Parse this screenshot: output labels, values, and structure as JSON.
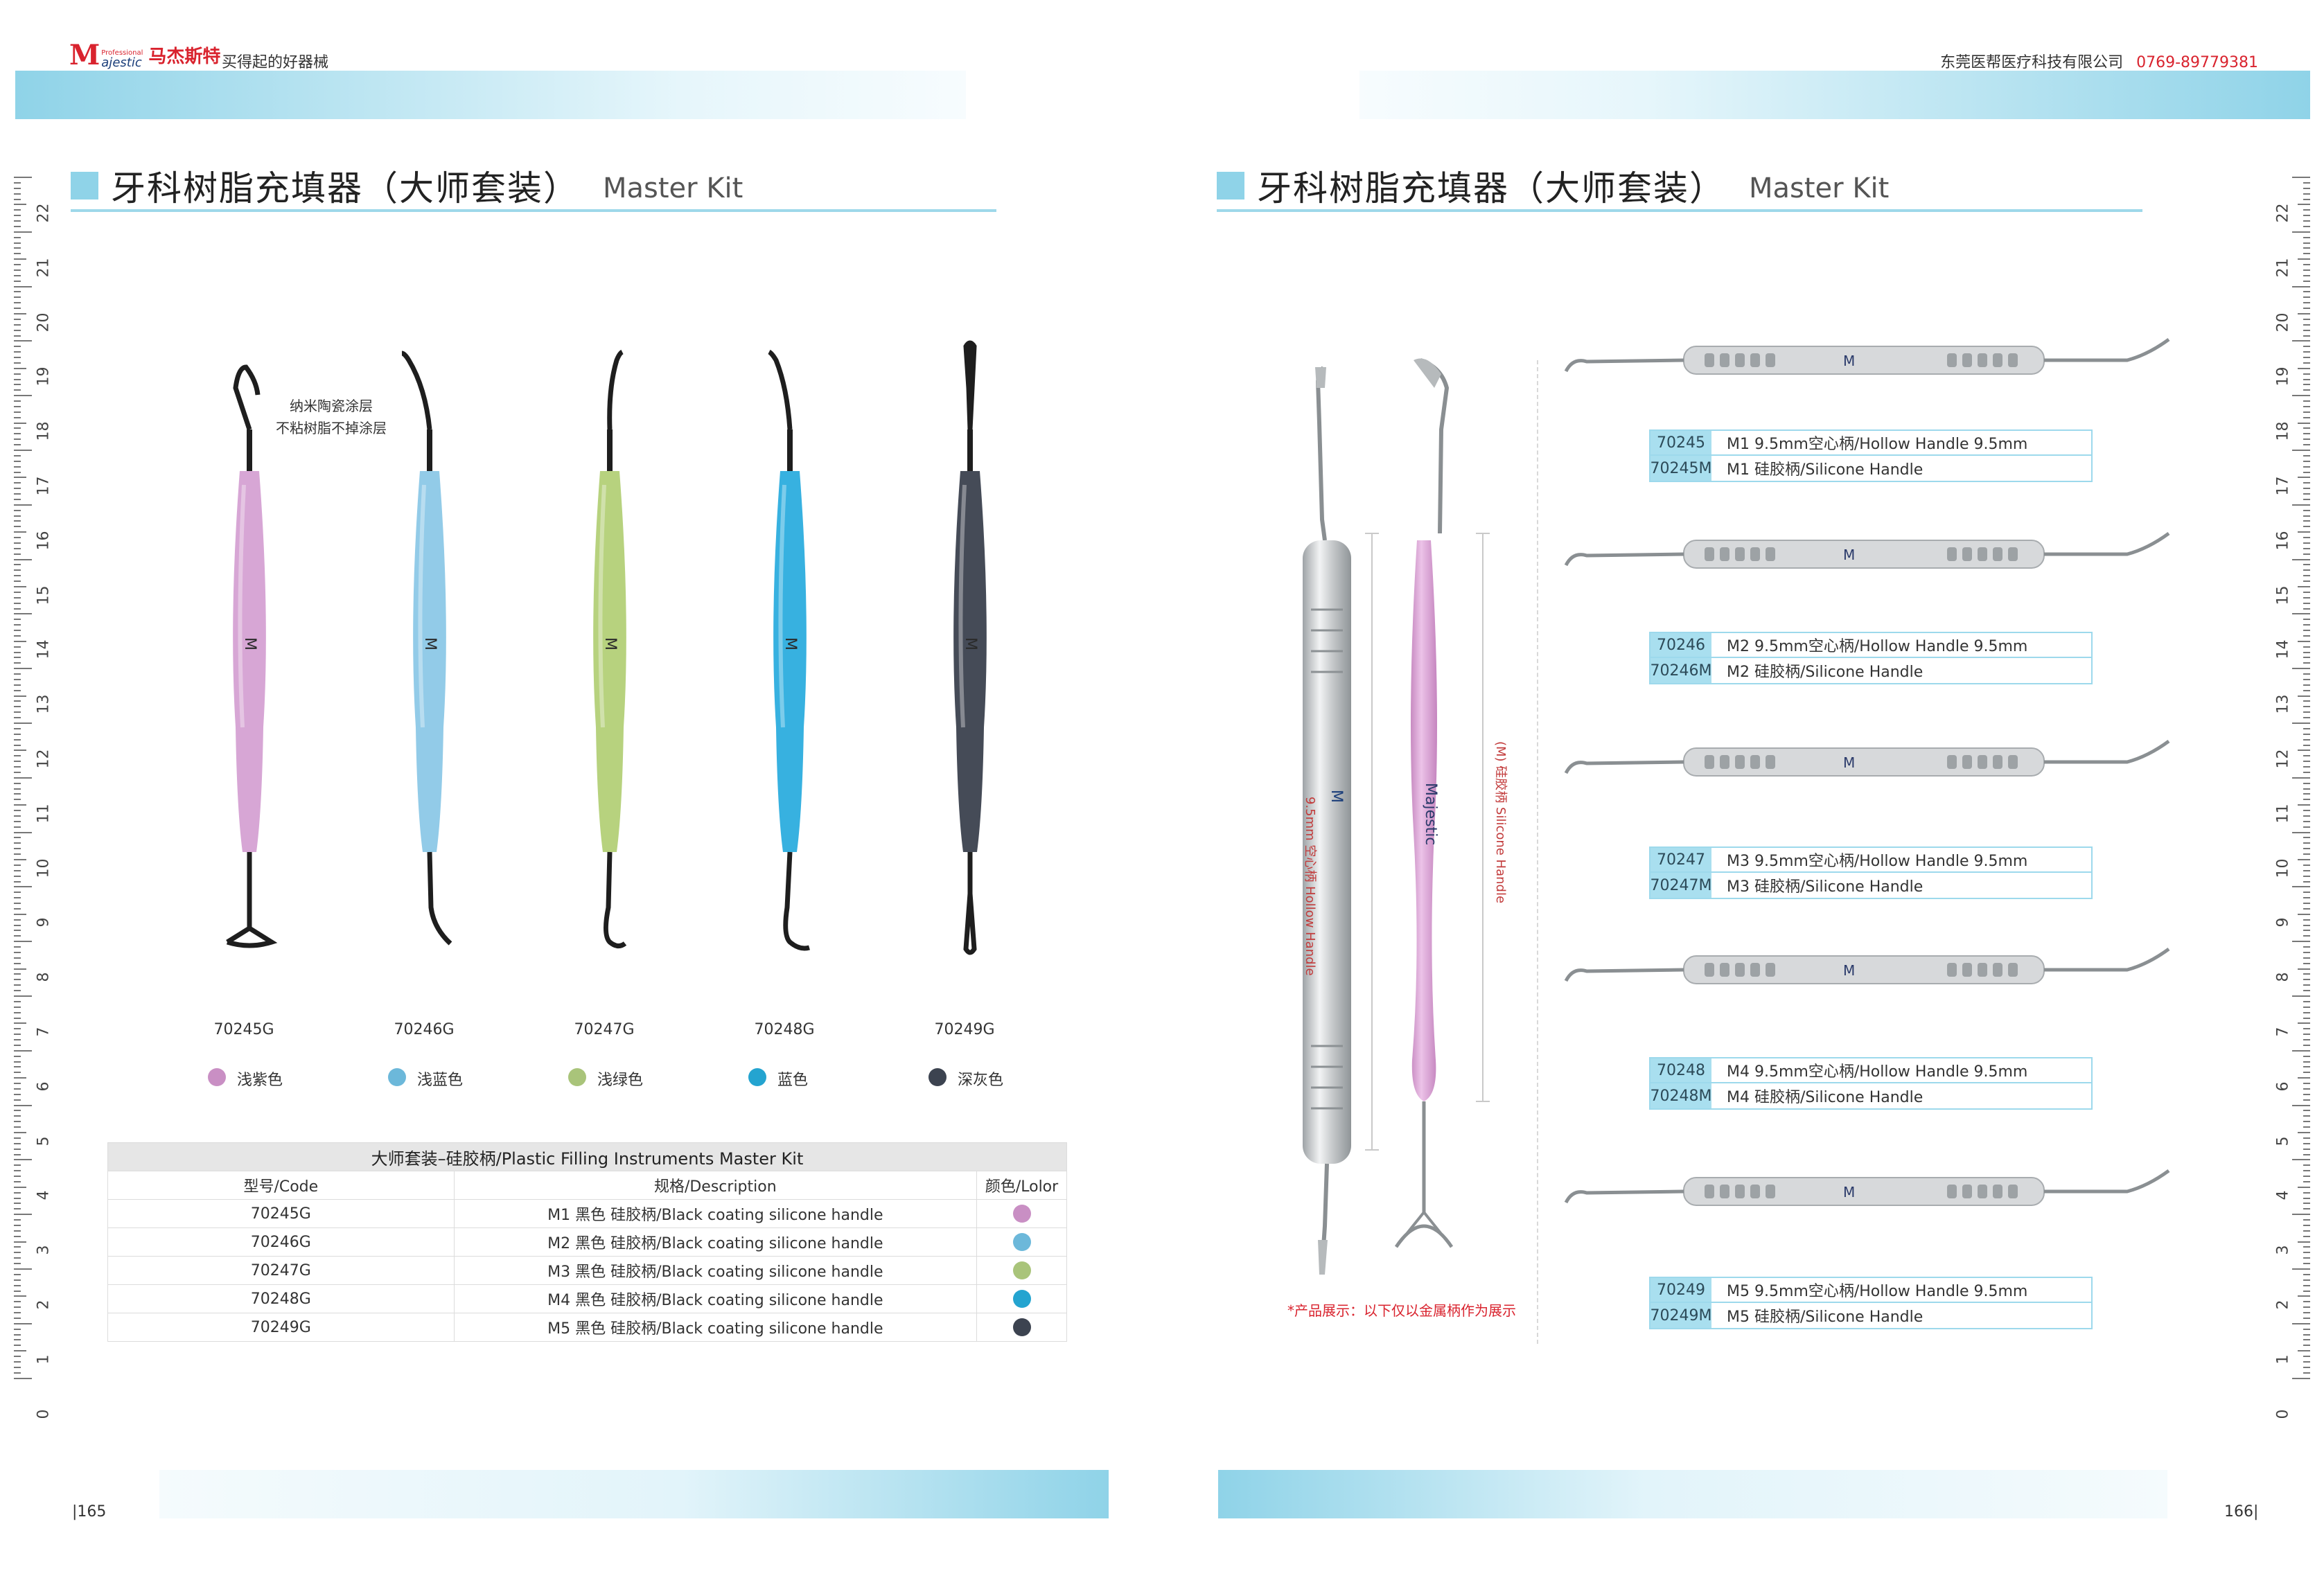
{
  "header": {
    "brand_small": "Professional",
    "brand_en": "ajestic",
    "brand_cn": "马杰斯特",
    "slogan": "买得起的好器械",
    "company": "东莞医帮医疗科技有限公司",
    "phone": "0769-89779381"
  },
  "left_page": {
    "title_cn": "牙科树脂充填器（大师套装）",
    "title_en": "Master Kit",
    "annotation_line1": "纳米陶瓷涂层",
    "annotation_line2": "不粘树脂不掉涂层",
    "instruments": [
      {
        "code": "70245G",
        "color_name": "浅紫色",
        "color": "#c98fc4",
        "handle": "#d7a6d5"
      },
      {
        "code": "70246G",
        "color_name": "浅蓝色",
        "color": "#6cb8da",
        "handle": "#92cbe8"
      },
      {
        "code": "70247G",
        "color_name": "浅绿色",
        "color": "#a9c47a",
        "handle": "#b7d27e"
      },
      {
        "code": "70248G",
        "color_name": "蓝色",
        "color": "#24a4d0",
        "handle": "#37b1e0"
      },
      {
        "code": "70249G",
        "color_name": "深灰色",
        "color": "#3c4350",
        "handle": "#454b57"
      }
    ],
    "table": {
      "title": "大师套装–硅胶柄/Plastic Filling Instruments Master Kit",
      "headers": [
        "型号/Code",
        "规格/Description",
        "颜色/Lolor"
      ],
      "rows": [
        {
          "code": "70245G",
          "desc": "M1 黑色 硅胶柄/Black coating silicone handle",
          "color": "#c98fc4"
        },
        {
          "code": "70246G",
          "desc": "M2 黑色 硅胶柄/Black coating silicone handle",
          "color": "#6cb8da"
        },
        {
          "code": "70247G",
          "desc": "M3 黑色 硅胶柄/Black coating silicone handle",
          "color": "#a9c47a"
        },
        {
          "code": "70248G",
          "desc": "M4 黑色 硅胶柄/Black coating silicone handle",
          "color": "#24a4d0"
        },
        {
          "code": "70249G",
          "desc": "M5 黑色 硅胶柄/Black coating silicone handle",
          "color": "#3c4350"
        }
      ]
    },
    "page_number": "165"
  },
  "right_page": {
    "title_cn": "牙科树脂充填器（大师套装）",
    "title_en": "Master Kit",
    "hollow_label": "9.5mm 空心柄 Hollow Handle",
    "silicone_label": "(M) 硅胶柄 Silicone Handle",
    "display_note_prefix": "*产品展示：",
    "display_note": "以下仅以金属柄作为展示",
    "products": [
      {
        "code_a": "70245",
        "desc_a": "M1 9.5mm空心柄/Hollow Handle 9.5mm",
        "code_b": "70245M",
        "desc_b": "M1 硅胶柄/Silicone Handle"
      },
      {
        "code_a": "70246",
        "desc_a": "M2 9.5mm空心柄/Hollow Handle 9.5mm",
        "code_b": "70246M",
        "desc_b": "M2 硅胶柄/Silicone Handle"
      },
      {
        "code_a": "70247",
        "desc_a": "M3 9.5mm空心柄/Hollow Handle 9.5mm",
        "code_b": "70247M",
        "desc_b": "M3 硅胶柄/Silicone Handle"
      },
      {
        "code_a": "70248",
        "desc_a": "M4 9.5mm空心柄/Hollow Handle 9.5mm",
        "code_b": "70248M",
        "desc_b": "M4 硅胶柄/Silicone Handle"
      },
      {
        "code_a": "70249",
        "desc_a": "M5 9.5mm空心柄/Hollow Handle 9.5mm",
        "code_b": "70249M",
        "desc_b": "M5 硅胶柄/Silicone Handle"
      }
    ],
    "page_number": "166"
  },
  "ruler": {
    "numbers": [
      "22",
      "21",
      "20",
      "19",
      "18",
      "17",
      "16",
      "15",
      "14",
      "13",
      "12",
      "11",
      "10",
      "9",
      "8",
      "7",
      "6",
      "5",
      "4",
      "3",
      "2",
      "1",
      "0"
    ]
  },
  "colors": {
    "accent": "#8fd3e8",
    "brand_red": "#d9232e",
    "note_red": "#d9232e"
  }
}
